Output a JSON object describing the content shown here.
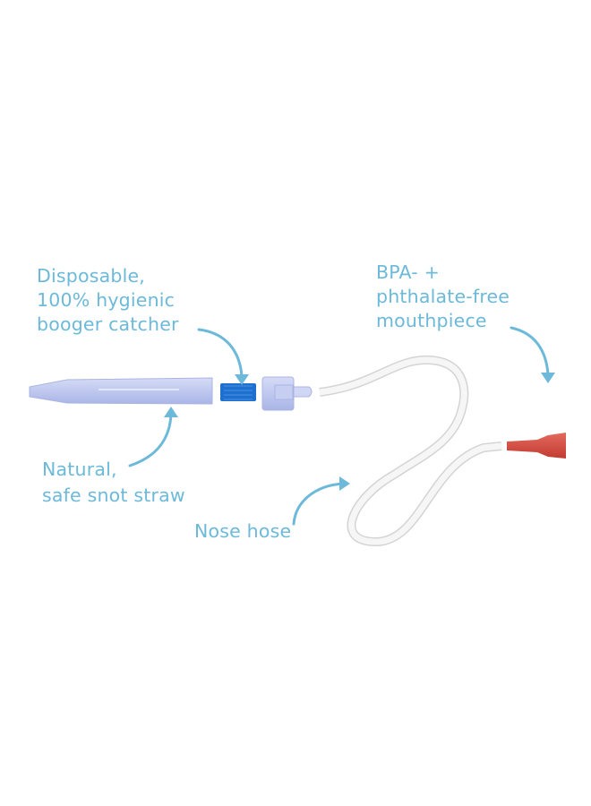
{
  "labels": {
    "catcher": [
      "Disposable,",
      "100% hygienic",
      "booger catcher"
    ],
    "mouthpiece": [
      "BPA- +",
      "phthalate-free",
      "mouthpiece"
    ],
    "straw": [
      "Natural,",
      "safe snot straw"
    ],
    "hose": [
      "Nose hose"
    ]
  },
  "colors": {
    "label": "#6cb9da",
    "arrow": "#6cb9da",
    "straw": "#c9d1f2",
    "filter": "#1d6fd0",
    "mouthpiece": "#d8463c",
    "hose": "#f2f2f2"
  }
}
